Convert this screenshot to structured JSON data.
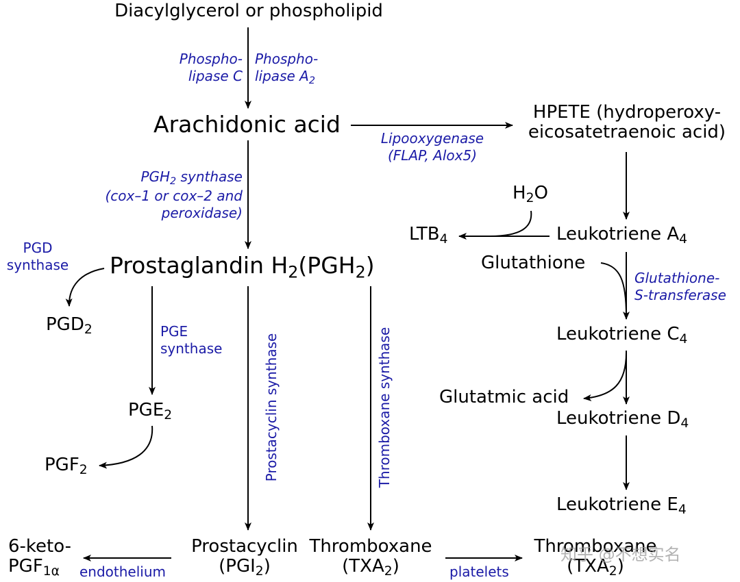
{
  "nodes": {
    "dag": "Diacylglycerol or phospholipid",
    "aa": "Arachidonic acid",
    "hpete_1": "HPETE (hydroperoxy-",
    "hpete_2": "eicosatetraenoic acid)",
    "pgh2": {
      "main": "Prostaglandin  H",
      "sub1": "2",
      "mid": "(PGH",
      "sub2": "2",
      "end": ")"
    },
    "pgd2": {
      "main": "PGD",
      "sub": "2"
    },
    "pge2": {
      "main": "PGE",
      "sub": "2"
    },
    "pgf2": {
      "main": "PGF",
      "sub": "2"
    },
    "ketopgf_1": "6-keto-",
    "ketopgf_2": {
      "main": "PGF",
      "sub": "1α"
    },
    "prostacyclin_1": "Prostacyclin",
    "prostacyclin_2": {
      "pre": "(PGI",
      "sub": "2",
      "post": ")"
    },
    "thromboxane_1": "Thromboxane",
    "thromboxane_2": {
      "pre": "(TXA",
      "sub": "2",
      "post": ")"
    },
    "thromboxane_r1": "Thromboxane",
    "thromboxane_r2": {
      "pre": "(TXA",
      "sub": "2",
      "post": ")"
    },
    "h2o": {
      "pre": "H",
      "sub": "2",
      "post": "O"
    },
    "ltb4": {
      "main": "LTB",
      "sub": "4"
    },
    "lta4": {
      "main": "Leukotriene A",
      "sub": "4"
    },
    "glutathione": "Glutathione",
    "ltc4": {
      "main": "Leukotriene C",
      "sub": "4"
    },
    "glutamic": "Glutatmic acid",
    "ltd4": {
      "main": "Leukotriene D",
      "sub": "4"
    },
    "lte4": {
      "main": "Leukotriene E",
      "sub": "4"
    }
  },
  "enzymes": {
    "plc_1": "Phospho-",
    "plc_2": "lipase C",
    "pla2_1": "Phospho-",
    "pla2_2": {
      "main": "lipase A",
      "sub": "2"
    },
    "lox_1": "Lipooxygenase",
    "lox_2": "(FLAP, Alox5)",
    "pgh2s_1": {
      "main": "PGH",
      "sub": "2",
      "post": " synthase"
    },
    "pgh2s_2": "(cox–1 or cox–2 and",
    "pgh2s_3": "peroxidase)",
    "pgds_1": "PGD",
    "pgds_2": "synthase",
    "pges_1": "PGE",
    "pges_2": "synthase",
    "prostacyclin_synthase": "Prostacyclin synthase",
    "thromboxane_synthase": "Thromboxane synthase",
    "gst_1": "Glutathione-",
    "gst_2": "S-transferase",
    "endothelium": "endothelium",
    "platelets": "platelets"
  },
  "watermark": "知乎 @不想实名",
  "colors": {
    "enzyme": "#1a1aa6",
    "node": "#000000",
    "watermark": "#9a9a9a"
  }
}
